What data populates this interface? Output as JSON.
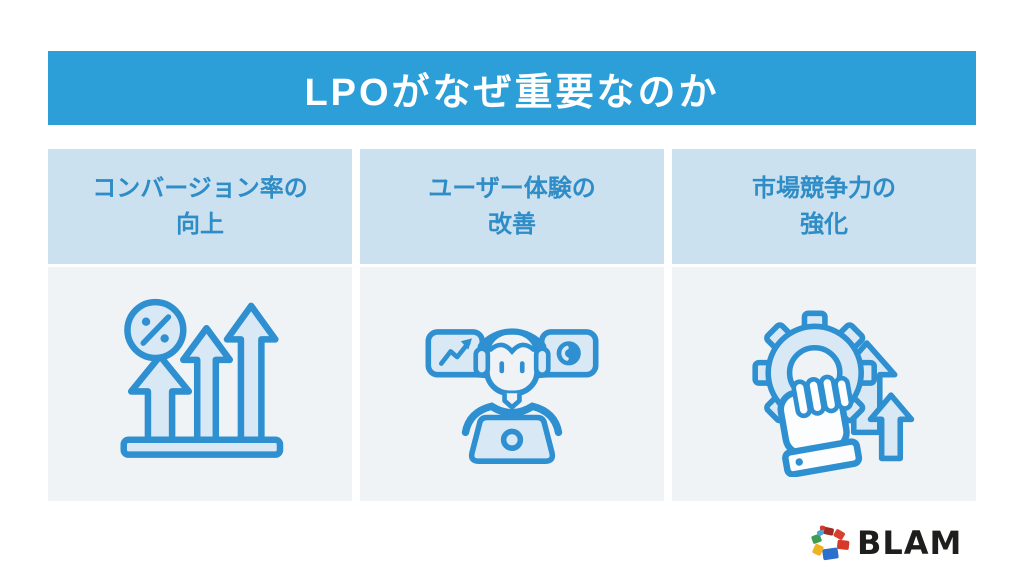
{
  "slide": {
    "background": "#ffffff"
  },
  "header": {
    "title": "LPOがなぜ重要なのか",
    "bg_color": "#2d9fd8",
    "text_color": "#ffffff"
  },
  "cards": [
    {
      "id": "conversion-rate",
      "title_lines": [
        "コンバージョン率の",
        "向上"
      ],
      "icon": "growth-arrows-percent-icon"
    },
    {
      "id": "user-experience",
      "title_lines": [
        "ユーザー体験の",
        "改善"
      ],
      "icon": "support-agent-laptop-icon"
    },
    {
      "id": "market-competitiveness",
      "title_lines": [
        "市場競争力の",
        "強化"
      ],
      "icon": "fist-gear-growth-icon"
    }
  ],
  "colors": {
    "card_header_bg": "#cce1f0",
    "card_body_bg": "#f0f3f6",
    "card_title_color": "#2e8cc7",
    "icon_stroke": "#2e90d0",
    "icon_fill": "#d9e8f5"
  },
  "logo": {
    "text": "BLAM",
    "text_color": "#1e1e1c",
    "mark_colors": [
      "#d6382a",
      "#9e2b24",
      "#d93f2e",
      "#2b70cc",
      "#eeb320",
      "#3f9c52",
      "#49a8d8"
    ]
  }
}
